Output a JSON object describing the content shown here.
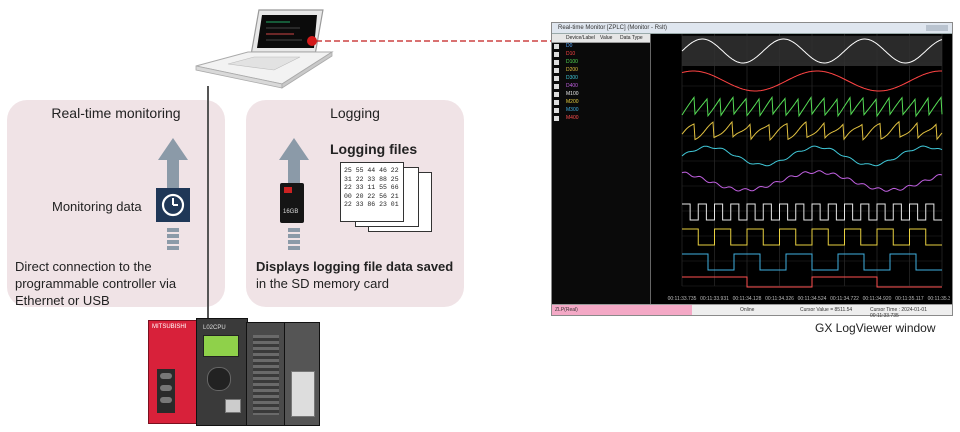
{
  "realtime": {
    "title": "Real-time monitoring",
    "data_label": "Monitoring data",
    "desc_lines": [
      "Direct connection to the",
      "programmable controller via",
      "Ethernet or USB"
    ]
  },
  "logging": {
    "title": "Logging",
    "files_label": "Logging files",
    "desc_bold": "Displays logging file data saved",
    "desc_line2": "in the SD memory card",
    "file_text": [
      "25 55 44 46 22",
      "31 22 33 88 25",
      "22 33 11 55 66",
      "00 20 22 56 21",
      "22 33 86 23 01"
    ],
    "sd_card_label": "16GB"
  },
  "viewer": {
    "title_text": "Real-time Monitor [ZPLC] (Monitor - Rslt)",
    "col_headers": [
      "Device/Label",
      "Value",
      "Data Type"
    ],
    "rows": [
      {
        "name": "D0",
        "color": "#5aa9ff"
      },
      {
        "name": "D10",
        "color": "#ff4444"
      },
      {
        "name": "D100",
        "color": "#55dd55"
      },
      {
        "name": "D200",
        "color": "#e0c040"
      },
      {
        "name": "D300",
        "color": "#40c8d8"
      },
      {
        "name": "D400",
        "color": "#c060e0"
      },
      {
        "name": "M100",
        "color": "#e8e8e8"
      },
      {
        "name": "M200",
        "color": "#e8d040"
      },
      {
        "name": "M300",
        "color": "#40b0e0"
      },
      {
        "name": "M400",
        "color": "#ff5050"
      }
    ],
    "time_ticks": [
      "00:11:33.735",
      "00:11:33.931",
      "00:11:34.128",
      "00:11:34.326",
      "00:11:34.524",
      "00:11:34.722",
      "00:11:34.920",
      "00:11:35.117",
      "00:11:35.315"
    ],
    "status_left": "ZLP(Real)",
    "status_mid": "Online",
    "status_cursor": "Cursor Value = 8511.54",
    "status_time": "Cursor Time : 2024-01-01 00:11:33.735",
    "caption": "GX LogViewer window"
  },
  "plc": {
    "brand_label": "MITSUBISHI",
    "module_label": "L02CPU"
  }
}
